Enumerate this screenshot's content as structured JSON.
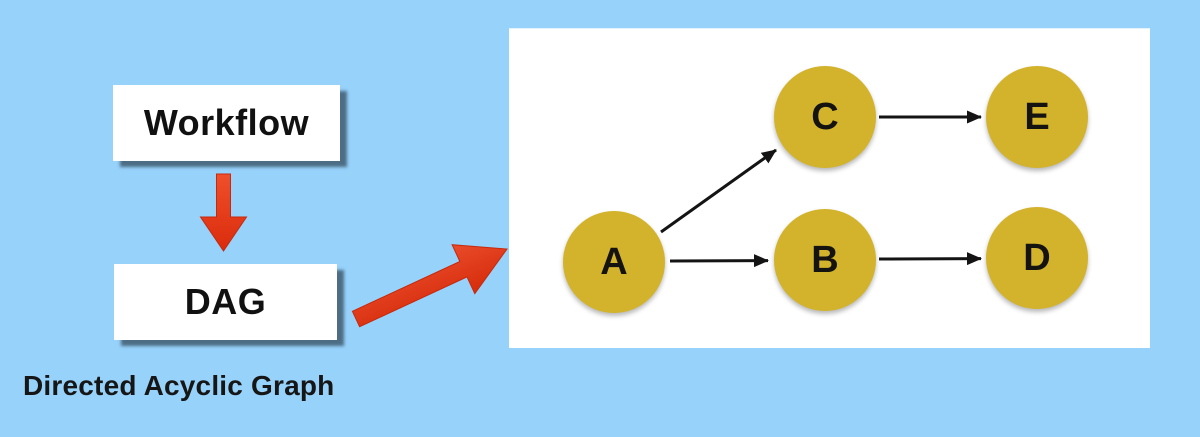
{
  "background_color": "#97d2fb",
  "left_flow": {
    "workflow_label": "Workflow",
    "dag_label": "DAG",
    "caption": "Directed Acyclic Graph",
    "down_arrow_color": "#e23a17",
    "big_arrow_color": "#e23a17",
    "box_color": "#ffffff",
    "text_color": "#111111"
  },
  "dag_panel": {
    "panel_color": "#ffffff",
    "node_color": "#d3b32b",
    "node_text_color": "#151310",
    "edge_color": "#141414",
    "nodes": [
      {
        "id": "A",
        "label": "A"
      },
      {
        "id": "B",
        "label": "B"
      },
      {
        "id": "C",
        "label": "C"
      },
      {
        "id": "D",
        "label": "D"
      },
      {
        "id": "E",
        "label": "E"
      }
    ],
    "edges": [
      {
        "from": "A",
        "to": "C"
      },
      {
        "from": "A",
        "to": "B"
      },
      {
        "from": "C",
        "to": "E"
      },
      {
        "from": "B",
        "to": "D"
      }
    ]
  }
}
